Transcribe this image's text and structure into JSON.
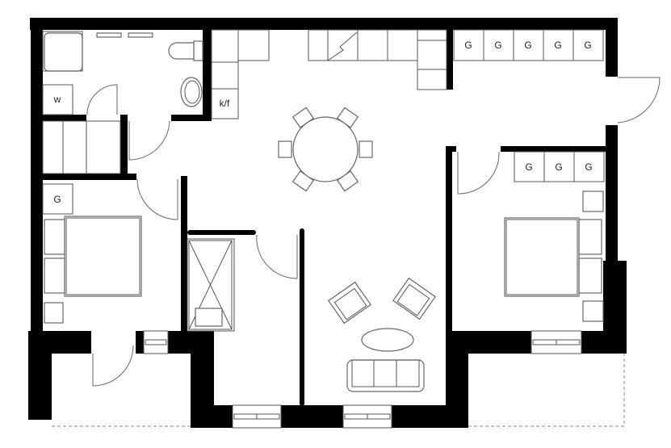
{
  "title": "Apartment floor plan",
  "labels": {
    "washer": "w",
    "fridge": "k/f",
    "wardrobe": "G"
  },
  "wardrobes": {
    "hall": [
      "G",
      "G",
      "G",
      "G",
      "G"
    ],
    "bedroom_right": [
      "G",
      "G",
      "G"
    ],
    "bedroom_left": [
      "G"
    ]
  }
}
